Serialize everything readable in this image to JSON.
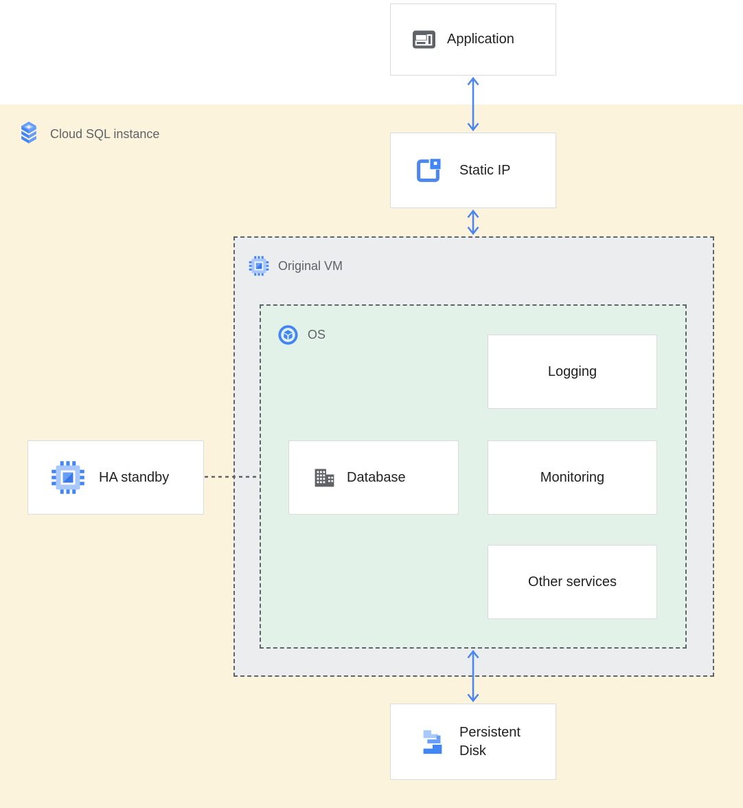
{
  "diagram": {
    "region_label": "Cloud SQL instance",
    "nodes": {
      "application": "Application",
      "static_ip": "Static IP",
      "original_vm": "Original VM",
      "os": "OS",
      "logging": "Logging",
      "database": "Database",
      "monitoring": "Monitoring",
      "other_services": "Other services",
      "ha_standby": "HA standby",
      "persistent_disk": "Persistent Disk"
    },
    "icons": {
      "application": "web-app-window-icon",
      "cloud_sql": "cloud-sql-stack-icon",
      "static_ip": "external-static-ip-icon",
      "original_vm": "compute-engine-chip-icon",
      "ha_standby": "compute-engine-chip-icon",
      "os": "os-cube-circle-icon",
      "database": "database-buildings-icon",
      "persistent_disk": "persistent-disk-icon"
    },
    "connections": [
      {
        "from": "application",
        "to": "static_ip",
        "style": "double-arrow"
      },
      {
        "from": "static_ip",
        "to": "original_vm",
        "style": "double-arrow"
      },
      {
        "from": "os",
        "to": "persistent_disk",
        "style": "double-arrow"
      },
      {
        "from": "ha_standby",
        "to": "os",
        "style": "dashed-line"
      }
    ],
    "colors": {
      "arrow_blue": "#4D86EC",
      "region_bg": "#FCF3DC",
      "vm_bg": "#EBEDEF",
      "os_bg": "#E2F2E8",
      "node_border": "#D9DBDD",
      "dashed_border": "#5F6368",
      "label_primary": "#212121",
      "label_secondary": "#5F6368",
      "google_blue": "#4285F4",
      "google_blue_mid": "#669DF6",
      "google_blue_light": "#A8C7FA",
      "icon_gray": "#5F6368"
    }
  }
}
